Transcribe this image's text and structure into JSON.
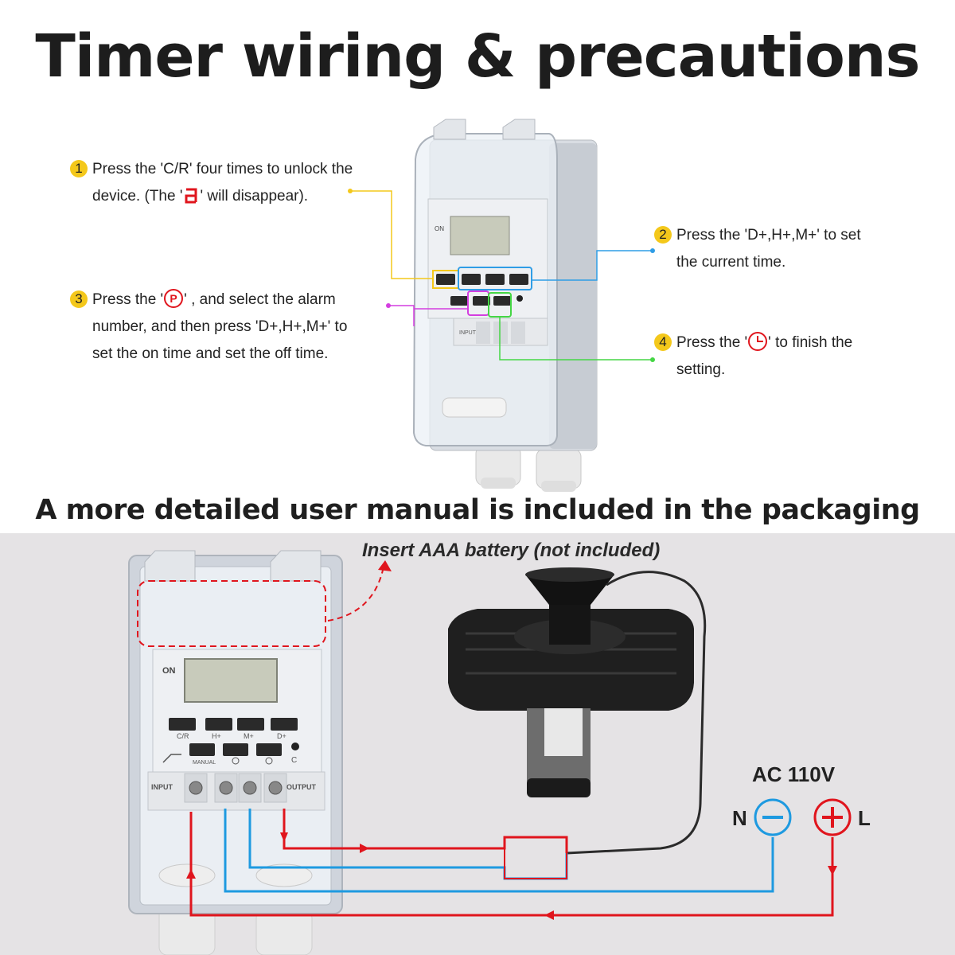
{
  "title": "Timer wiring & precautions",
  "steps": [
    {
      "number": "1",
      "line1": "Press the 'C/R' four times to unlock the",
      "line2_pre": "device. (The '",
      "line2_icon": "lock-segment-icon",
      "line2_post": "' will disappear)."
    },
    {
      "number": "2",
      "line1": "Press the 'D+,H+,M+' to set",
      "line2": "the current time."
    },
    {
      "number": "3",
      "line1_pre": "Press the '",
      "line1_icon": "p-circle-icon",
      "line1_post": "' , and select the alarm",
      "line2": "number, and then press 'D+,H+,M+' to",
      "line3": "set the on time and set the off time."
    },
    {
      "number": "4",
      "line1_pre": "Press the '",
      "line1_icon": "clock-icon",
      "line1_post": "' to finish the",
      "line2": "setting."
    }
  ],
  "manual_note": "A more detailed user manual is included in the packaging",
  "battery_note": "Insert AAA battery (not included)",
  "timer": {
    "on_label": "ON",
    "buttons_top": [
      "C/R",
      "H+",
      "M+",
      "D+"
    ],
    "manual_label": "MANUAL",
    "c_label": "C",
    "input_label": "INPUT",
    "output_label": "OUTPUT"
  },
  "power": {
    "ac_label": "AC  110V",
    "neutral_label": "N",
    "live_label": "L"
  },
  "colors": {
    "live_wire": "#e0151d",
    "neutral_wire": "#1e9ae0",
    "callout_yellow": "#f4c81b",
    "callout_blue": "#2f9de6",
    "callout_magenta": "#d43ee0",
    "callout_green": "#45d645",
    "panel_bg": "#e5e3e5"
  }
}
